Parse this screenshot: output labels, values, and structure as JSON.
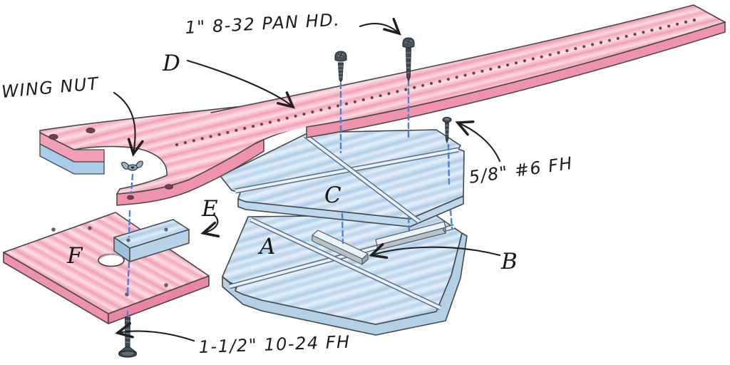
{
  "diagram": {
    "type": "exploded-assembly-illustration",
    "annotations": {
      "pan_head": "1\" 8-32 PAN HD.",
      "wing_nut": "WING NUT",
      "flat_head_6": "5/8\" #6 FH",
      "flat_head_10_24": "1-1/2\" 10-24 FH"
    },
    "part_labels": {
      "a": "A",
      "b": "B",
      "c": "C",
      "d": "D",
      "e": "E",
      "f": "F"
    },
    "beam_hole_count": 62,
    "colors": {
      "wood_pink_top": "#f8c0ce",
      "wood_pink_side": "#ef93ac",
      "wood_blue_top": "#cbdff0",
      "wood_blue_side": "#a8c8e2",
      "alignment_dash": "#4b7fd8",
      "metal_dark": "#46525c",
      "ink": "#1f1f1f"
    }
  }
}
